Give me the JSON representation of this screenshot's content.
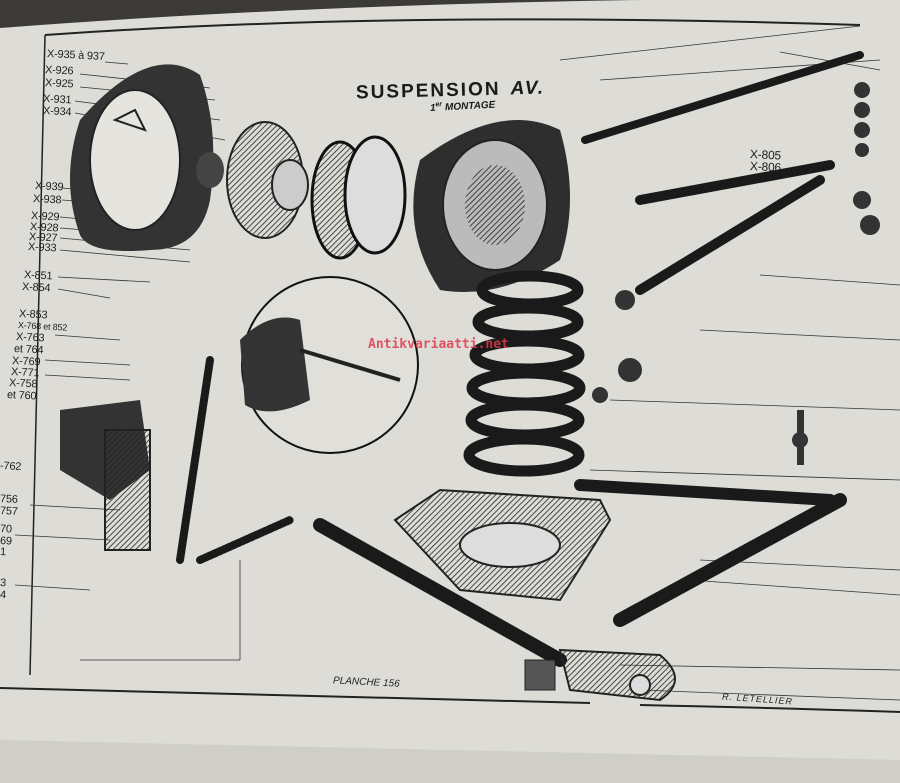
{
  "title": "SUSPENSION",
  "title_suffix": "AV.",
  "subtitle_ordinal": "1",
  "subtitle_sup": "er",
  "subtitle": "MONTAGE",
  "plate": "PLANCHE 156",
  "signature": "R. LETELLIER",
  "watermark": "Antikvariaatti.net",
  "labels_left": [
    "X-935 à 937",
    "X-926",
    "X-925",
    "X-931",
    "X-934",
    "X-939",
    "X-938",
    "X-929",
    "X-928",
    "X-927",
    "X-933",
    "X-851",
    "X-854",
    "X-853",
    "X-768 et 852",
    "X-763",
    "et 764",
    "X-769",
    "X-771",
    "X-758",
    "et 760",
    "-762",
    "756",
    "757",
    "70",
    "69",
    "1",
    "3",
    "4"
  ],
  "labels_right": [
    "X-805",
    "X-806"
  ]
}
